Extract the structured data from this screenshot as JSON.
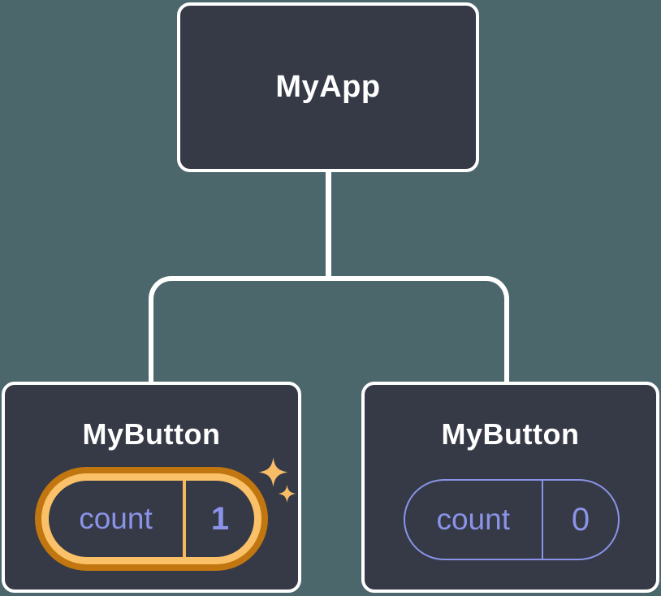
{
  "colors": {
    "background": "#4C676C",
    "node_fill": "#353A46",
    "node_border": "#FFFFFF",
    "label_text": "#FFFFFF",
    "state_text": "#8B93E8",
    "highlight_ring_outer": "#C1760F",
    "highlight_ring_inner": "#FBC169",
    "highlight_divider": "#F6B85E",
    "plain_pill_border": "#8B93E8",
    "sparkle": "#F9BD68"
  },
  "tree": {
    "root": {
      "label": "MyApp"
    },
    "children": [
      {
        "label": "MyButton",
        "state": {
          "key": "count",
          "value": "1"
        },
        "highlighted": true,
        "icon": "sparkles-icon"
      },
      {
        "label": "MyButton",
        "state": {
          "key": "count",
          "value": "0"
        },
        "highlighted": false
      }
    ]
  }
}
